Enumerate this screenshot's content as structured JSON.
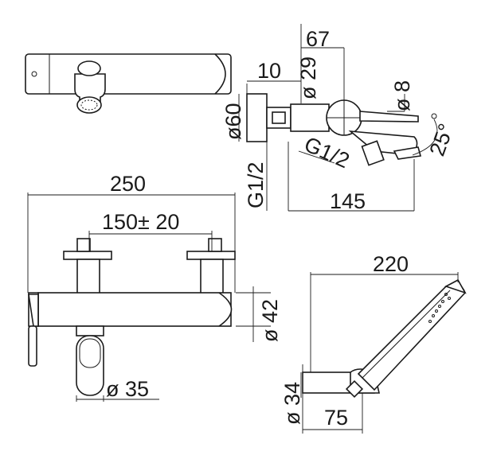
{
  "dimensions": {
    "side_67": "67",
    "side_10": "10",
    "side_d29": "ø 29",
    "side_d60": "ø60",
    "side_g12_a": "G1/2",
    "side_g12_b": "G1/2",
    "side_d8": "ø 8",
    "side_25deg": "25°",
    "side_145": "145",
    "front_250": "250",
    "front_150": "150± 20",
    "front_d42": "ø 42",
    "front_d35": "ø 35",
    "shower_220": "220",
    "shower_d34": "ø 34",
    "shower_75": "75"
  }
}
